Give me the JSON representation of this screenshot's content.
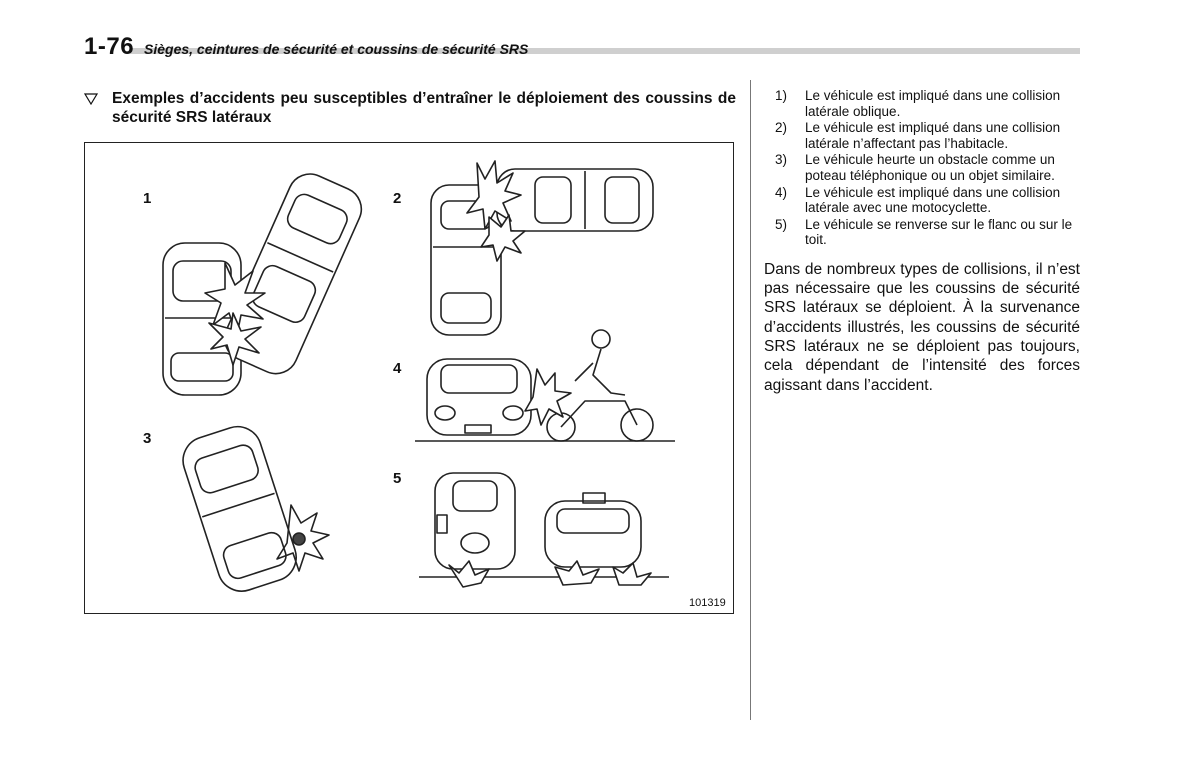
{
  "header": {
    "page_number": "1-76",
    "title": "Sièges, ceintures de sécurité et coussins de sécurité SRS"
  },
  "section": {
    "heading": "Exemples d’accidents peu susceptibles d’entraîner le déploiement des coussins de sécurité SRS latéraux",
    "heading_icon": "triangle-down-outline-icon"
  },
  "figure": {
    "labels": [
      "1",
      "2",
      "3",
      "4",
      "5"
    ],
    "code": "101319"
  },
  "list": [
    {
      "num": "1)",
      "text": "Le véhicule est impliqué dans une colli­sion latérale oblique."
    },
    {
      "num": "2)",
      "text": "Le véhicule est impliqué dans une colli­sion latérale n’affectant pas l’habitacle."
    },
    {
      "num": "3)",
      "text": "Le véhicule heurte un obstacle comme un poteau téléphonique ou un objet similaire."
    },
    {
      "num": "4)",
      "text": "Le véhicule est impliqué dans une colli­sion latérale avec une motocyclette."
    },
    {
      "num": "5)",
      "text": "Le véhicule se renverse sur le flanc ou sur le toit."
    }
  ],
  "paragraph": "Dans de nombreux types de collisions, il n’est pas nécessaire que les coussins de sécurité SRS latéraux se déploient. À la survenance d’accidents illustrés, les cous­sins de sécurité SRS latéraux ne se déploient pas toujours, cela dépendant de l’intensité des forces agissant dans l’accident."
}
